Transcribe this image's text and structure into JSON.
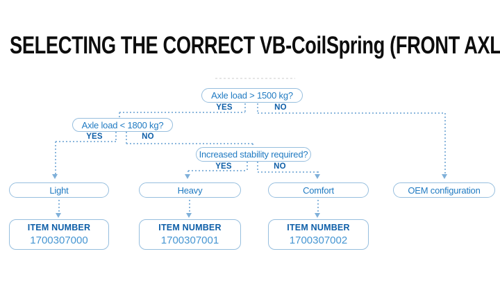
{
  "title": "SELECTING THE CORRECT VB-CoilSpring (FRONT AXLE)",
  "colors": {
    "accent_blue": "#1f7ac2",
    "label_blue": "#0f5fa8",
    "border_blue": "#96bede",
    "line_blue": "#8ab6dc",
    "arrow_blue": "#7fb0d9",
    "number_blue": "#4595d2",
    "title_color": "#0d0d0d"
  },
  "flowchart": {
    "decisions": [
      {
        "question": "Axle load > 1500 kg?",
        "yes": "YES",
        "no": "NO"
      },
      {
        "question": "Axle load < 1800 kg?",
        "yes": "YES",
        "no": "NO"
      },
      {
        "question": "Increased stability required?",
        "yes": "YES",
        "no": "NO"
      }
    ],
    "outcomes": [
      {
        "label": "Light"
      },
      {
        "label": "Heavy"
      },
      {
        "label": "Comfort"
      },
      {
        "label": "OEM configuration"
      }
    ],
    "items": [
      {
        "heading": "ITEM NUMBER",
        "number": "1700307000"
      },
      {
        "heading": "ITEM NUMBER",
        "number": "1700307001"
      },
      {
        "heading": "ITEM NUMBER",
        "number": "1700307002"
      }
    ]
  }
}
